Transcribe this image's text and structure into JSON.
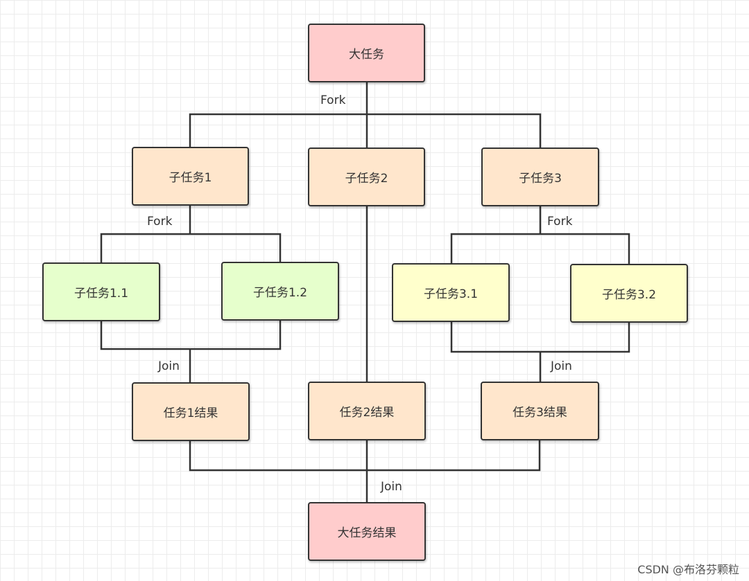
{
  "colors": {
    "root": "#ffcccc",
    "subtask": "#ffe6cc",
    "subtask1_child": "#e6ffcc",
    "subtask3_child": "#ffffcc",
    "result": "#ffe6cc",
    "final": "#ffcccc",
    "line": "#333333"
  },
  "nodes": {
    "root": "大任务",
    "sub1": "子任务1",
    "sub2": "子任务2",
    "sub3": "子任务3",
    "sub11": "子任务1.1",
    "sub12": "子任务1.2",
    "sub31": "子任务3.1",
    "sub32": "子任务3.2",
    "res1": "任务1结果",
    "res2": "任务2结果",
    "res3": "任务3结果",
    "final": "大任务结果"
  },
  "edge_labels": {
    "fork_root": "Fork",
    "fork_sub1": "Fork",
    "fork_sub3": "Fork",
    "join_sub1": "Join",
    "join_sub3": "Join",
    "join_final": "Join"
  },
  "watermark": "CSDN @布洛芬颗粒"
}
